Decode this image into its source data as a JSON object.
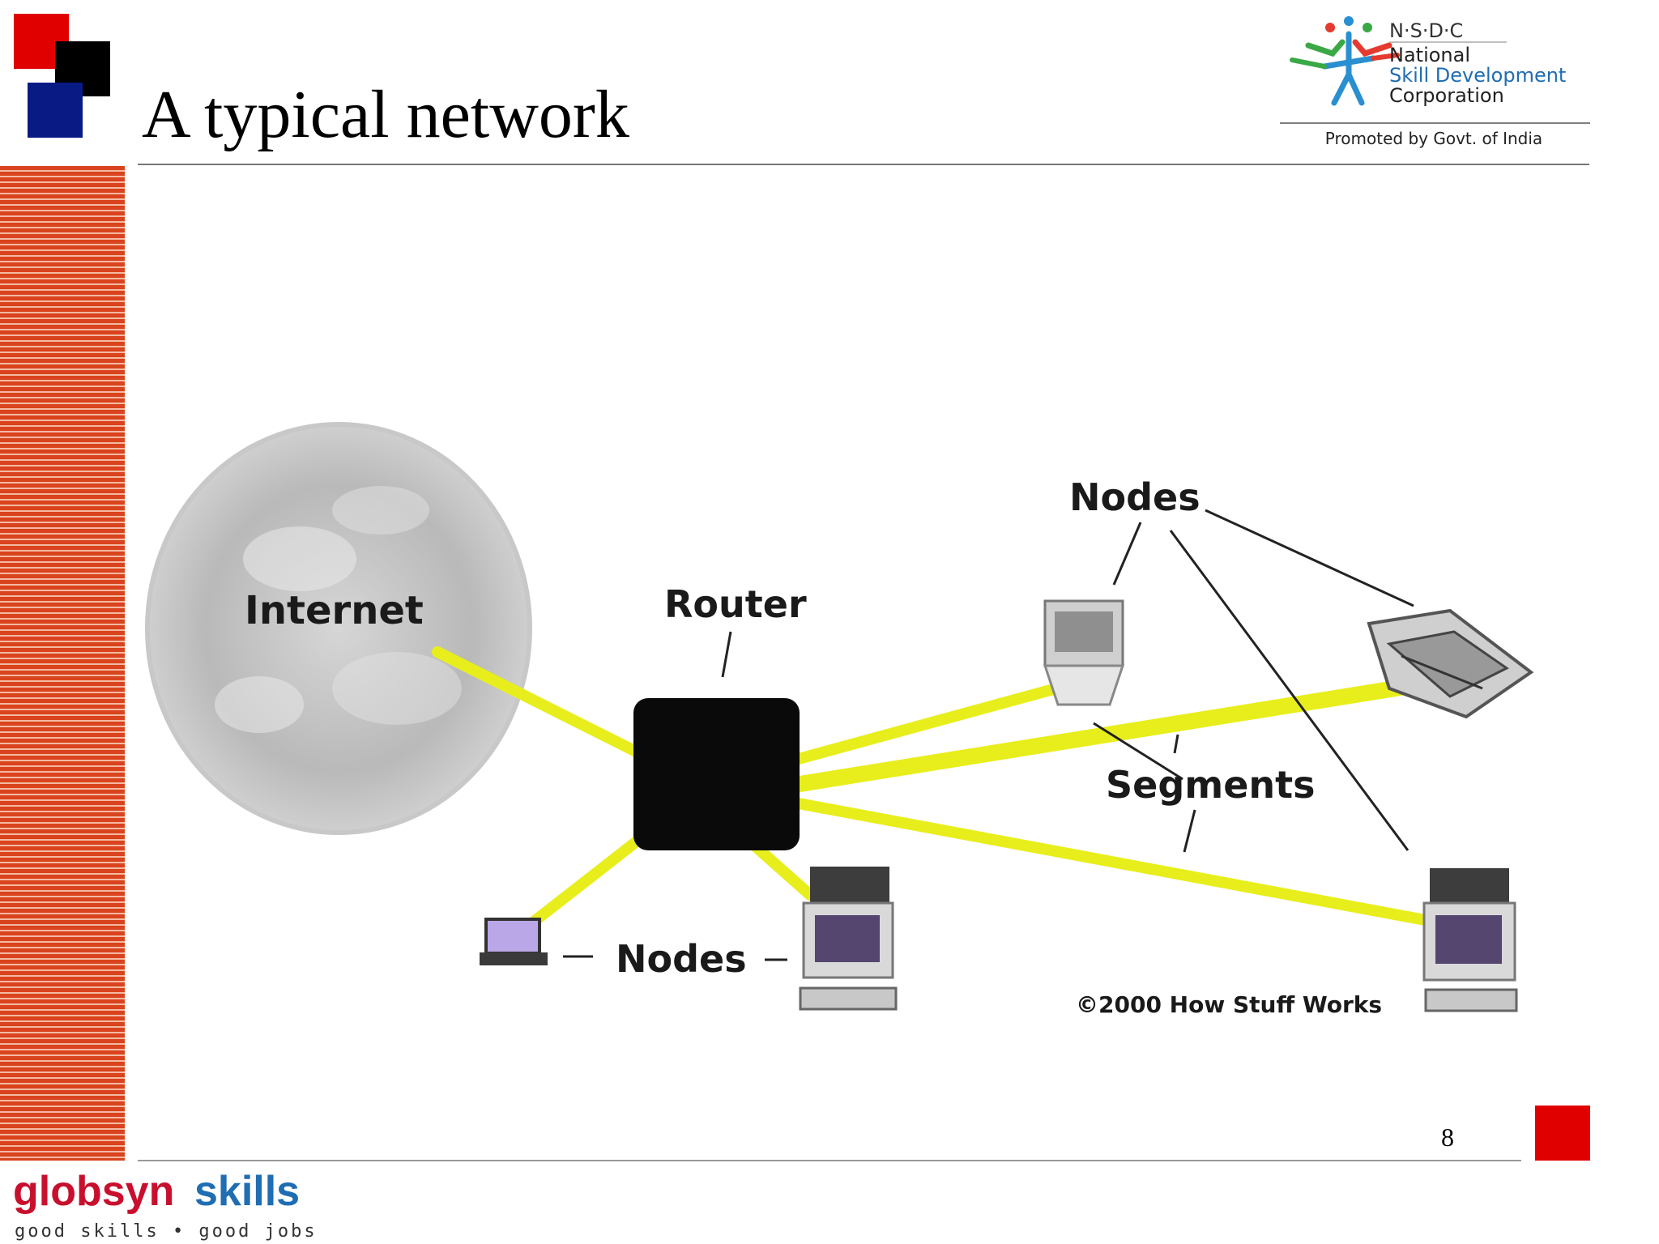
{
  "slide": {
    "title": "A typical network",
    "page_number": "8"
  },
  "logo": {
    "acronym": "N·S·D·C",
    "line1": "National",
    "line2": "Skill Development",
    "line3": "Corporation",
    "tagline": "Promoted by Govt. of India"
  },
  "footer": {
    "brand_part1": "globsyn",
    "brand_part2": "skills",
    "slogan": "good skills • good jobs"
  },
  "diagram": {
    "labels": {
      "internet": "Internet",
      "router": "Router",
      "nodes_top": "Nodes",
      "nodes_bottom": "Nodes",
      "segments": "Segments",
      "copyright": "©2000 How Stuff Works"
    }
  },
  "colors": {
    "accent_red": "#e10000",
    "accent_blue": "#0a1a85",
    "segment_yellow": "#e8ee1c",
    "brand_red": "#c8102e",
    "brand_blue": "#1f6db3"
  }
}
